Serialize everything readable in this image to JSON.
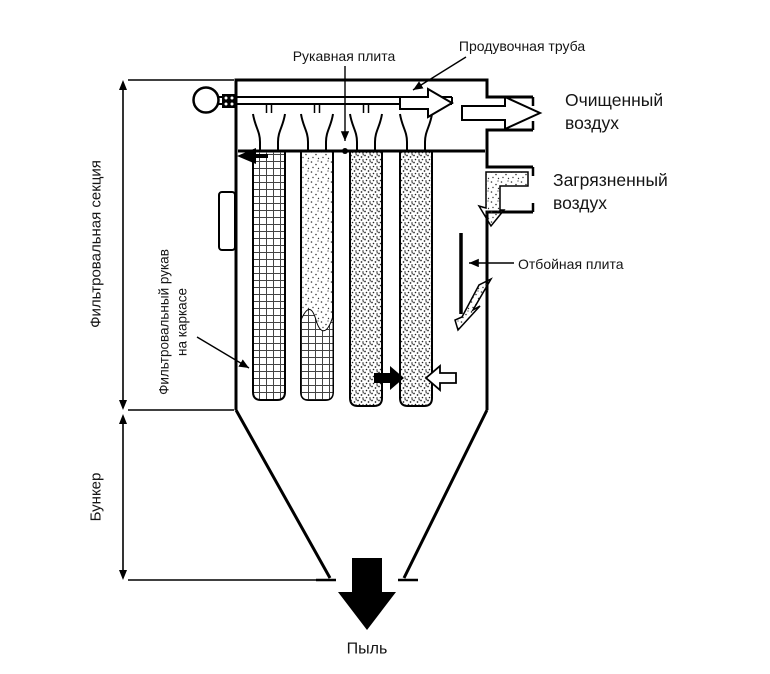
{
  "labels": {
    "bag_plate": "Рукавная плита",
    "blow_pipe": "Продувочная труба",
    "clean_air": "Очищенный воздух",
    "dirty_air": "Загрязненный воздух",
    "baffle_plate": "Отбойная плита",
    "filter_section": "Фильтровальная секция",
    "filter_bag": "Фильтровальный рукав на каркасе",
    "hopper": "Бункер",
    "dust": "Пыль"
  },
  "colors": {
    "line": "#000000",
    "background": "#ffffff"
  }
}
